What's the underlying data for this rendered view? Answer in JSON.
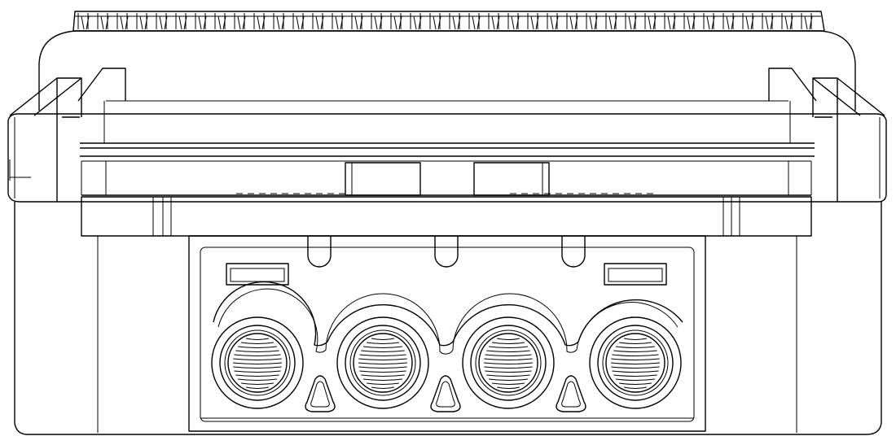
{
  "drawing": {
    "subject": "",
    "style": "black line drawing on white",
    "colors": {
      "line": "#000000",
      "background": "#ffffff"
    },
    "components": {
      "lid_grip_ridges": true,
      "latch_tabs": 2,
      "top_slots": 3,
      "window_tabs": 2,
      "threaded_cable_glands": 4,
      "drain_holes": 3
    }
  }
}
